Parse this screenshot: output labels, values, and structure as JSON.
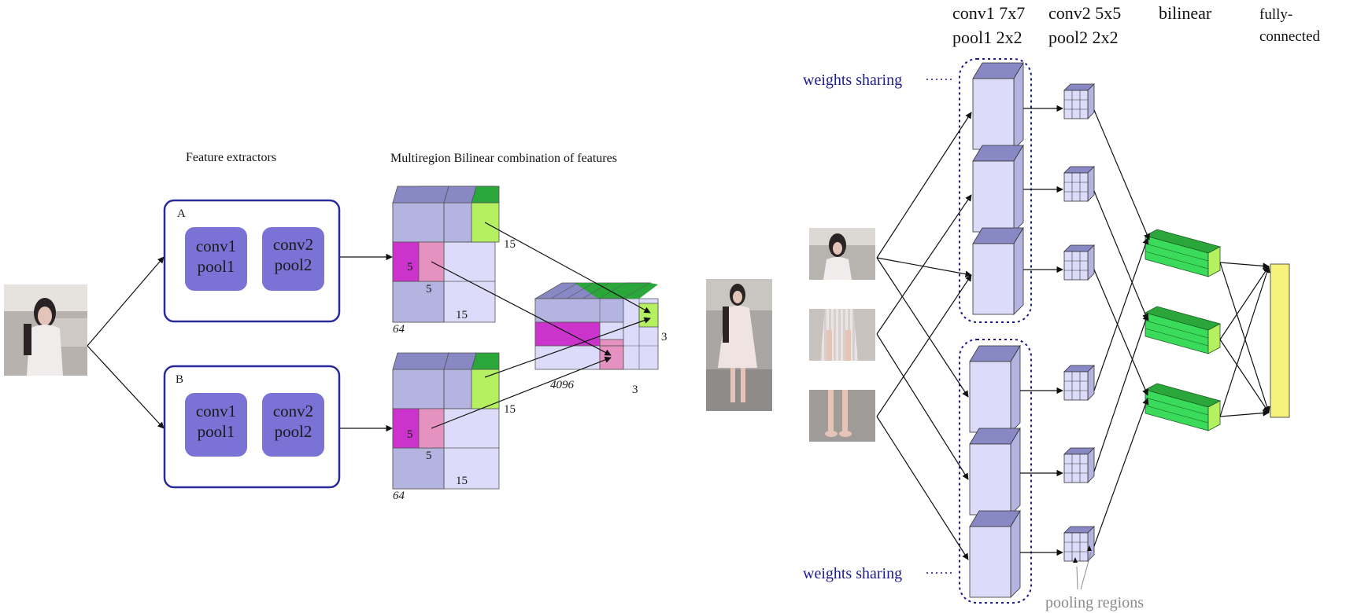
{
  "colors": {
    "box_border": "#2a2a9a",
    "unit_fill": "#7b72d6",
    "cube_front": "#dcdcfa",
    "cube_top": "#8888c4",
    "cube_side": "#b4b4e0",
    "magenta": "#cc33cc",
    "pink": "#e592c0",
    "green_top": "#2aa63a",
    "green_light": "#b4f060",
    "green_bar": "#3adb5a",
    "yellow": "#f6f27c",
    "blue_text": "#1c1c8a",
    "gray_text": "#8a8a8a"
  },
  "left_panel": {
    "title_extractors": "Feature extractors",
    "title_bilinear": "Multiregion Bilinear combination of features",
    "box_a": {
      "label": "A",
      "unit1_line1": "conv1",
      "unit1_line2": "pool1",
      "unit2_line1": "conv2",
      "unit2_line2": "pool2"
    },
    "box_b": {
      "label": "B",
      "unit1_line1": "conv1",
      "unit1_line2": "pool1",
      "unit2_line1": "conv2",
      "unit2_line2": "pool2"
    },
    "cube_top": {
      "depth": "64",
      "width": "15",
      "height": "15",
      "region_h": "5",
      "region_w": "5"
    },
    "cube_bottom": {
      "depth": "64",
      "width": "15",
      "height": "15",
      "region_h": "5",
      "region_w": "5"
    },
    "result_cube": {
      "depth": "4096",
      "width": "3",
      "height": "3"
    }
  },
  "right_panel": {
    "headers": {
      "conv1_line1": "conv1 7x7",
      "conv1_line2": "pool1 2x2",
      "conv2_line1": "conv2 5x5",
      "conv2_line2": "pool2 2x2",
      "bilinear": "bilinear",
      "fc_line1": "fully-",
      "fc_line2": "connected"
    },
    "weights_sharing_top": "weights sharing",
    "weights_sharing_bottom": "weights sharing",
    "pooling_regions": "pooling regions"
  }
}
